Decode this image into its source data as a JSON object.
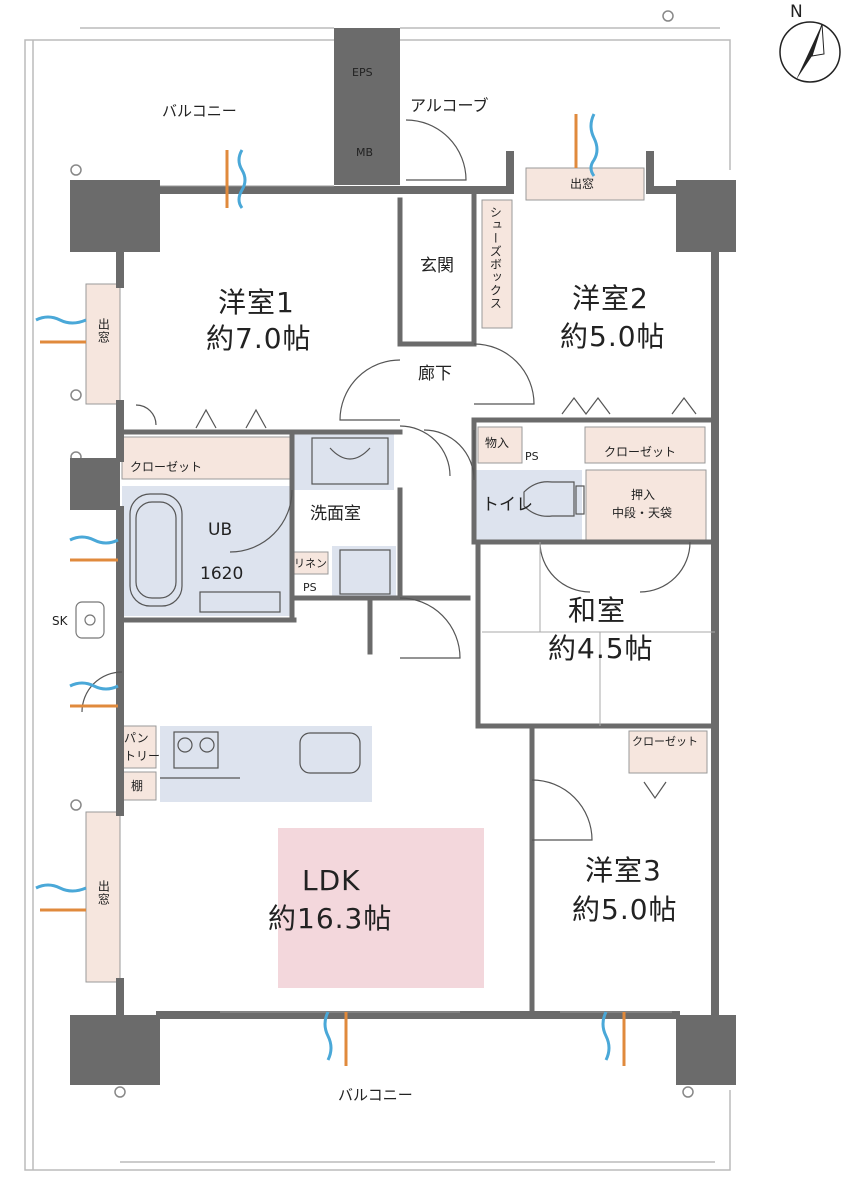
{
  "compass": {
    "north_label": "N"
  },
  "balcony_north": "バルコニー",
  "balcony_south": "バルコニー",
  "alcove": "アルコーブ",
  "eps": "EPS",
  "mb": "MB",
  "bay_window_top": "出窓",
  "bay_window_left_upper": "出窓",
  "bay_window_left_lower": "出窓",
  "entrance": "玄関",
  "shoe_box": "シューズボックス",
  "hallway": "廊下",
  "bedroom1": {
    "name": "洋室1",
    "size": "約7.0帖"
  },
  "bedroom2": {
    "name": "洋室2",
    "size": "約5.0帖"
  },
  "bedroom3": {
    "name": "洋室3",
    "size": "約5.0帖"
  },
  "washroom": "洗面室",
  "unit_bath": {
    "name": "UB",
    "size": "1620"
  },
  "closet_left": "クローゼット",
  "closet_right": "クローゼット",
  "closet_br3": "クローゼット",
  "storage": "物入",
  "ps_upper": "PS",
  "ps_lower": "PS",
  "toilet": "トイレ",
  "oshiire": {
    "line1": "押入",
    "line2": "中段・天袋"
  },
  "linen": "リネン",
  "washitsu": {
    "name": "和室",
    "size": "約4.5帖"
  },
  "pantry": {
    "line1": "パン",
    "line2": "トリー"
  },
  "shelf": "棚",
  "sk": "SK",
  "ldk": {
    "name": "LDK",
    "size": "約16.3帖"
  },
  "colors": {
    "wall": "#6b6b6b",
    "bath": "#dde3ee",
    "storage": "#f6e6de",
    "ldk_highlight": "#f3d7dc",
    "vent_warm": "#e08a3c",
    "vent_cool": "#4aa8d8"
  }
}
